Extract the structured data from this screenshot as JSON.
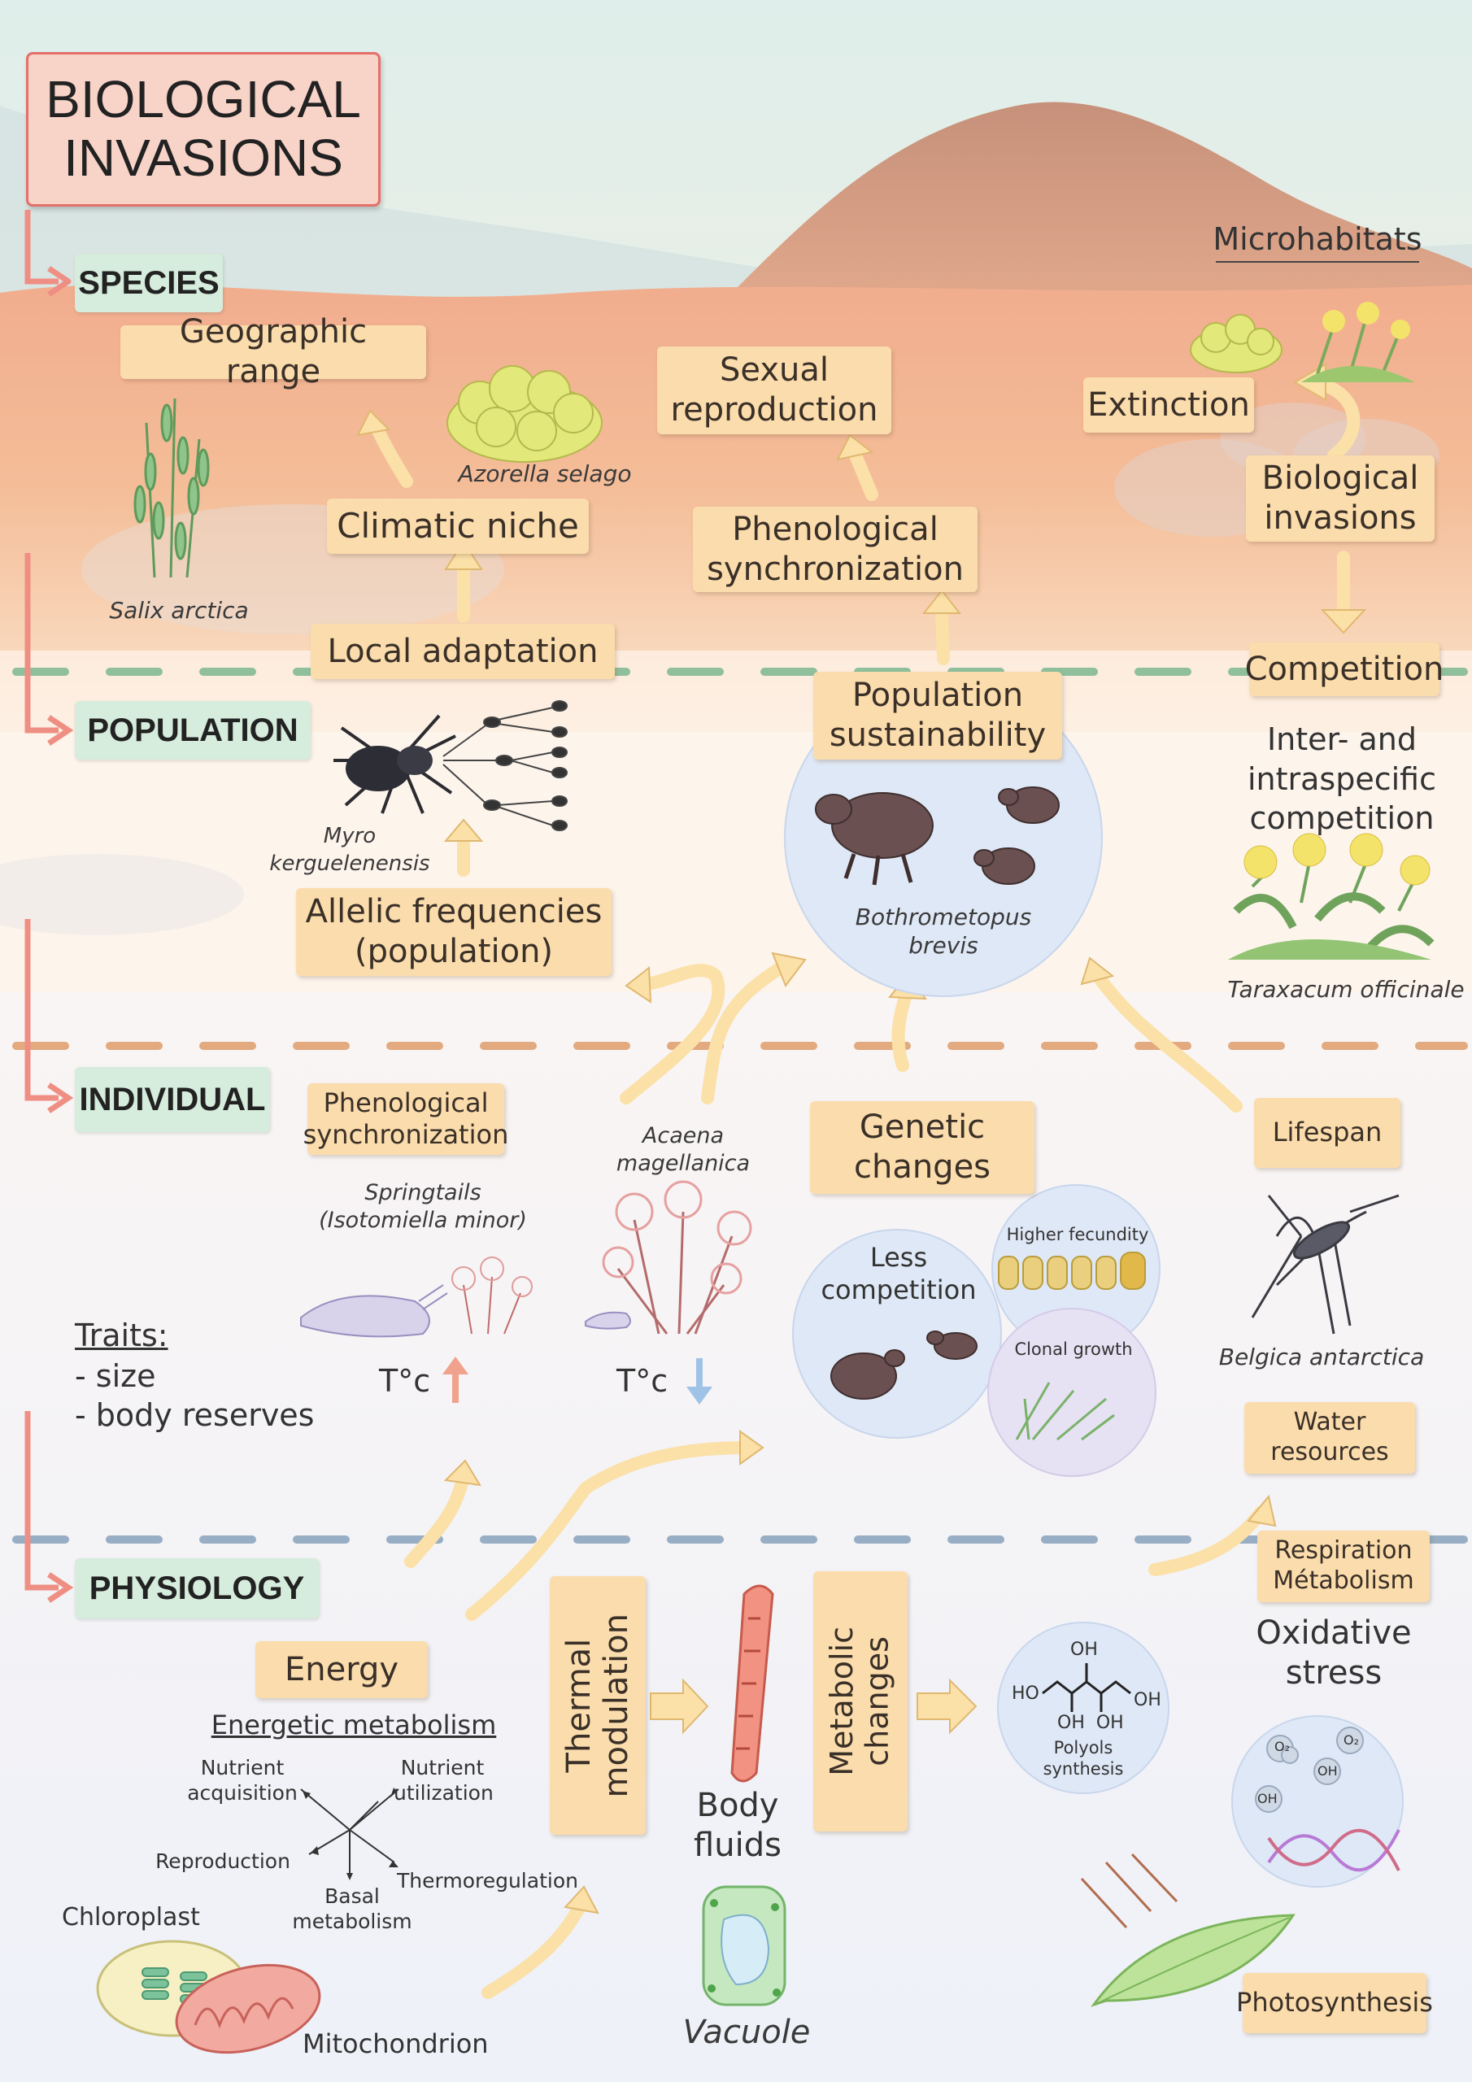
{
  "title": "BIOLOGICAL\nINVASIONS",
  "levels": {
    "species": "SPECIES",
    "population": "POPULATION",
    "individual": "INDIVIDUAL",
    "physiology": "PHYSIOLOGY"
  },
  "species_section": {
    "microhabitats": "Microhabitats",
    "geographic_range": "Geographic range",
    "climatic_niche": "Climatic niche",
    "local_adaptation": "Local adaptation",
    "sexual_reproduction": "Sexual reproduction",
    "phenological_synchronization": "Phenological synchronization",
    "extinction": "Extinction",
    "biological_invasions": "Biological invasions",
    "competition": "Competition",
    "azorella": "Azorella selago",
    "salix": "Salix arctica"
  },
  "population_section": {
    "myro": "Myro\nkerguelenensis",
    "allelic_frequencies": "Allelic frequencies\n(population)",
    "population_sustainability": "Population sustainability",
    "bothrometopus": "Bothrometopus\nbrevis",
    "inter_intra": "Inter- and\nintraspecific\ncompetition",
    "taraxacum": "Taraxacum officinale"
  },
  "individual_section": {
    "phenological_synchronization": "Phenological synchronization",
    "springtails": "Springtails\n(Isotomiella minor)",
    "acaena": "Acaena\nmagellanica",
    "genetic_changes": "Genetic\nchanges",
    "lifespan": "Lifespan",
    "traits_title": "Traits:",
    "trait_size": "- size",
    "trait_body_reserves": "- body reserves",
    "temp_up": "T°c",
    "temp_down": "T°c",
    "less_competition": "Less\ncompetition",
    "higher_fecundity": "Higher fecundity",
    "clonal_growth": "Clonal growth",
    "belgica": "Belgica antarctica",
    "water_resources": "Water\nresources"
  },
  "physiology_section": {
    "energy": "Energy",
    "energetic_metabolism": "Energetic metabolism",
    "nutrient_acquisition": "Nutrient\nacquisition",
    "nutrient_utilization": "Nutrient\nutilization",
    "reproduction": "Reproduction",
    "basal_metabolism": "Basal\nmetabolism",
    "thermoregulation": "Thermoregulation",
    "chloroplast": "Chloroplast",
    "mitochondrion": "Mitochondrion",
    "thermal_modulation": "Thermal\nmodulation",
    "body_fluids": "Body\nfluids",
    "vacuole": "Vacuole",
    "metabolic_changes": "Metabolic\nchanges",
    "oh_top": "OH",
    "ho_left": "HO",
    "oh_right": "OH",
    "oh_bottom": "OH  OH",
    "polyols": "Polyols\nsynthesis",
    "respiration": "Respiration\nMétabolism",
    "oxidative_stress": "Oxidative\nstress",
    "o2_a": "O₂",
    "o2_b": "O₂",
    "oh_a": "OH",
    "oh_b": "OH",
    "photosynthesis": "Photosynthesis"
  },
  "colors": {
    "title_fill": "#f8d3c8",
    "title_border": "#e4706a",
    "level_tag": "#d6ecdc",
    "box_fill": "#fbdcac",
    "arrow_fill": "#fbe0a8",
    "arrow_stroke": "#e0b870",
    "level_arrow": "#ef8f84",
    "dash_green": "#8fbf9c",
    "dash_orange": "#e3a97f",
    "dash_blue": "#98aec4"
  }
}
